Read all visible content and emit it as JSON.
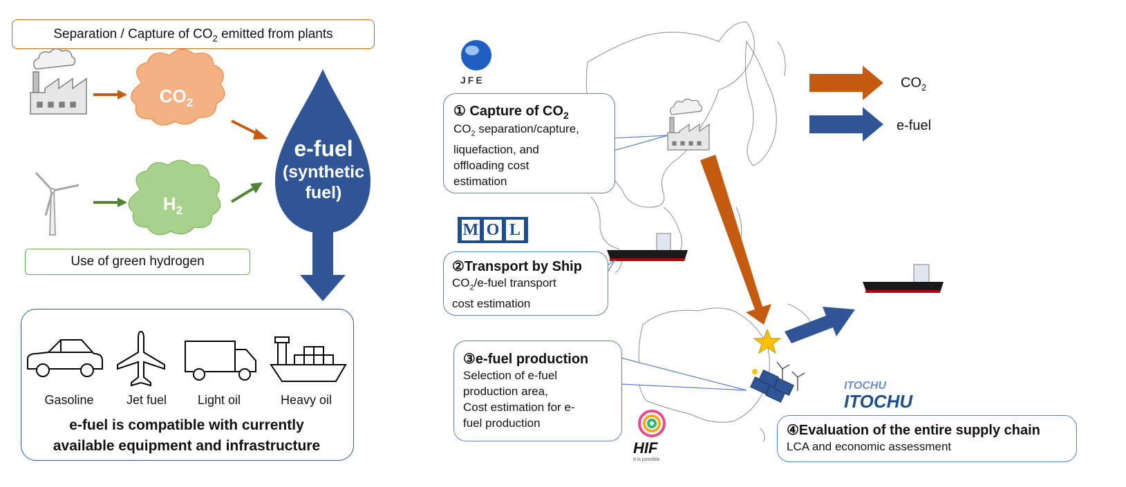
{
  "left": {
    "capture_label": "Separation / Capture of CO",
    "capture_sub": "2",
    "capture_suffix": " emitted  from plants",
    "co2_cloud": "CO",
    "co2_sub": "2",
    "h2_cloud": "H",
    "h2_sub": "2",
    "drop_line1": "e-fuel",
    "drop_line2": "(synthetic",
    "drop_line3": "fuel)",
    "green_label": "Use of green hydrogen",
    "vehicles": [
      "Gasoline",
      "Jet fuel",
      "Light oil",
      "Heavy oil"
    ],
    "compat_line1": "e-fuel is compatible with currently",
    "compat_line2": "available equipment and infrastructure"
  },
  "right": {
    "jfe": "JFE",
    "mol": [
      "M",
      "O",
      "L"
    ],
    "itochu_top": "ITOCHU",
    "itochu": "ITOCHU",
    "hif": "HIF",
    "hif_tag": "It is possible",
    "legend_co2": "CO",
    "legend_co2_sub": "2",
    "legend_efuel": "e-fuel",
    "step1_title": "① Capture of CO",
    "step1_title_sub": "2",
    "step1_desc_pre": "CO",
    "step1_desc_sub": "2",
    "step1_desc_line1": " separation/capture,",
    "step1_desc_line2": "liquefaction, and",
    "step1_desc_line3": "offloading cost",
    "step1_desc_line4": "estimation",
    "step2_title": "②Transport by Ship",
    "step2_desc_pre": "CO",
    "step2_desc_sub": "2",
    "step2_desc_line1": "/e-fuel transport",
    "step2_desc_line2": "cost estimation",
    "step3_title": "③e-fuel production",
    "step3_desc_line1": "Selection of e-fuel",
    "step3_desc_line2": "production area,",
    "step3_desc_line3": "Cost estimation for e-",
    "step3_desc_line4": "fuel production",
    "step4_title": "④Evaluation of the entire supply chain",
    "step4_desc": "LCA and economic assessment"
  },
  "colors": {
    "co2_orange": "#c55a11",
    "cloud_orange": "#f4b183",
    "cloud_green": "#a9d18e",
    "efuel_blue": "#2f5597",
    "green_arrow": "#548235"
  }
}
